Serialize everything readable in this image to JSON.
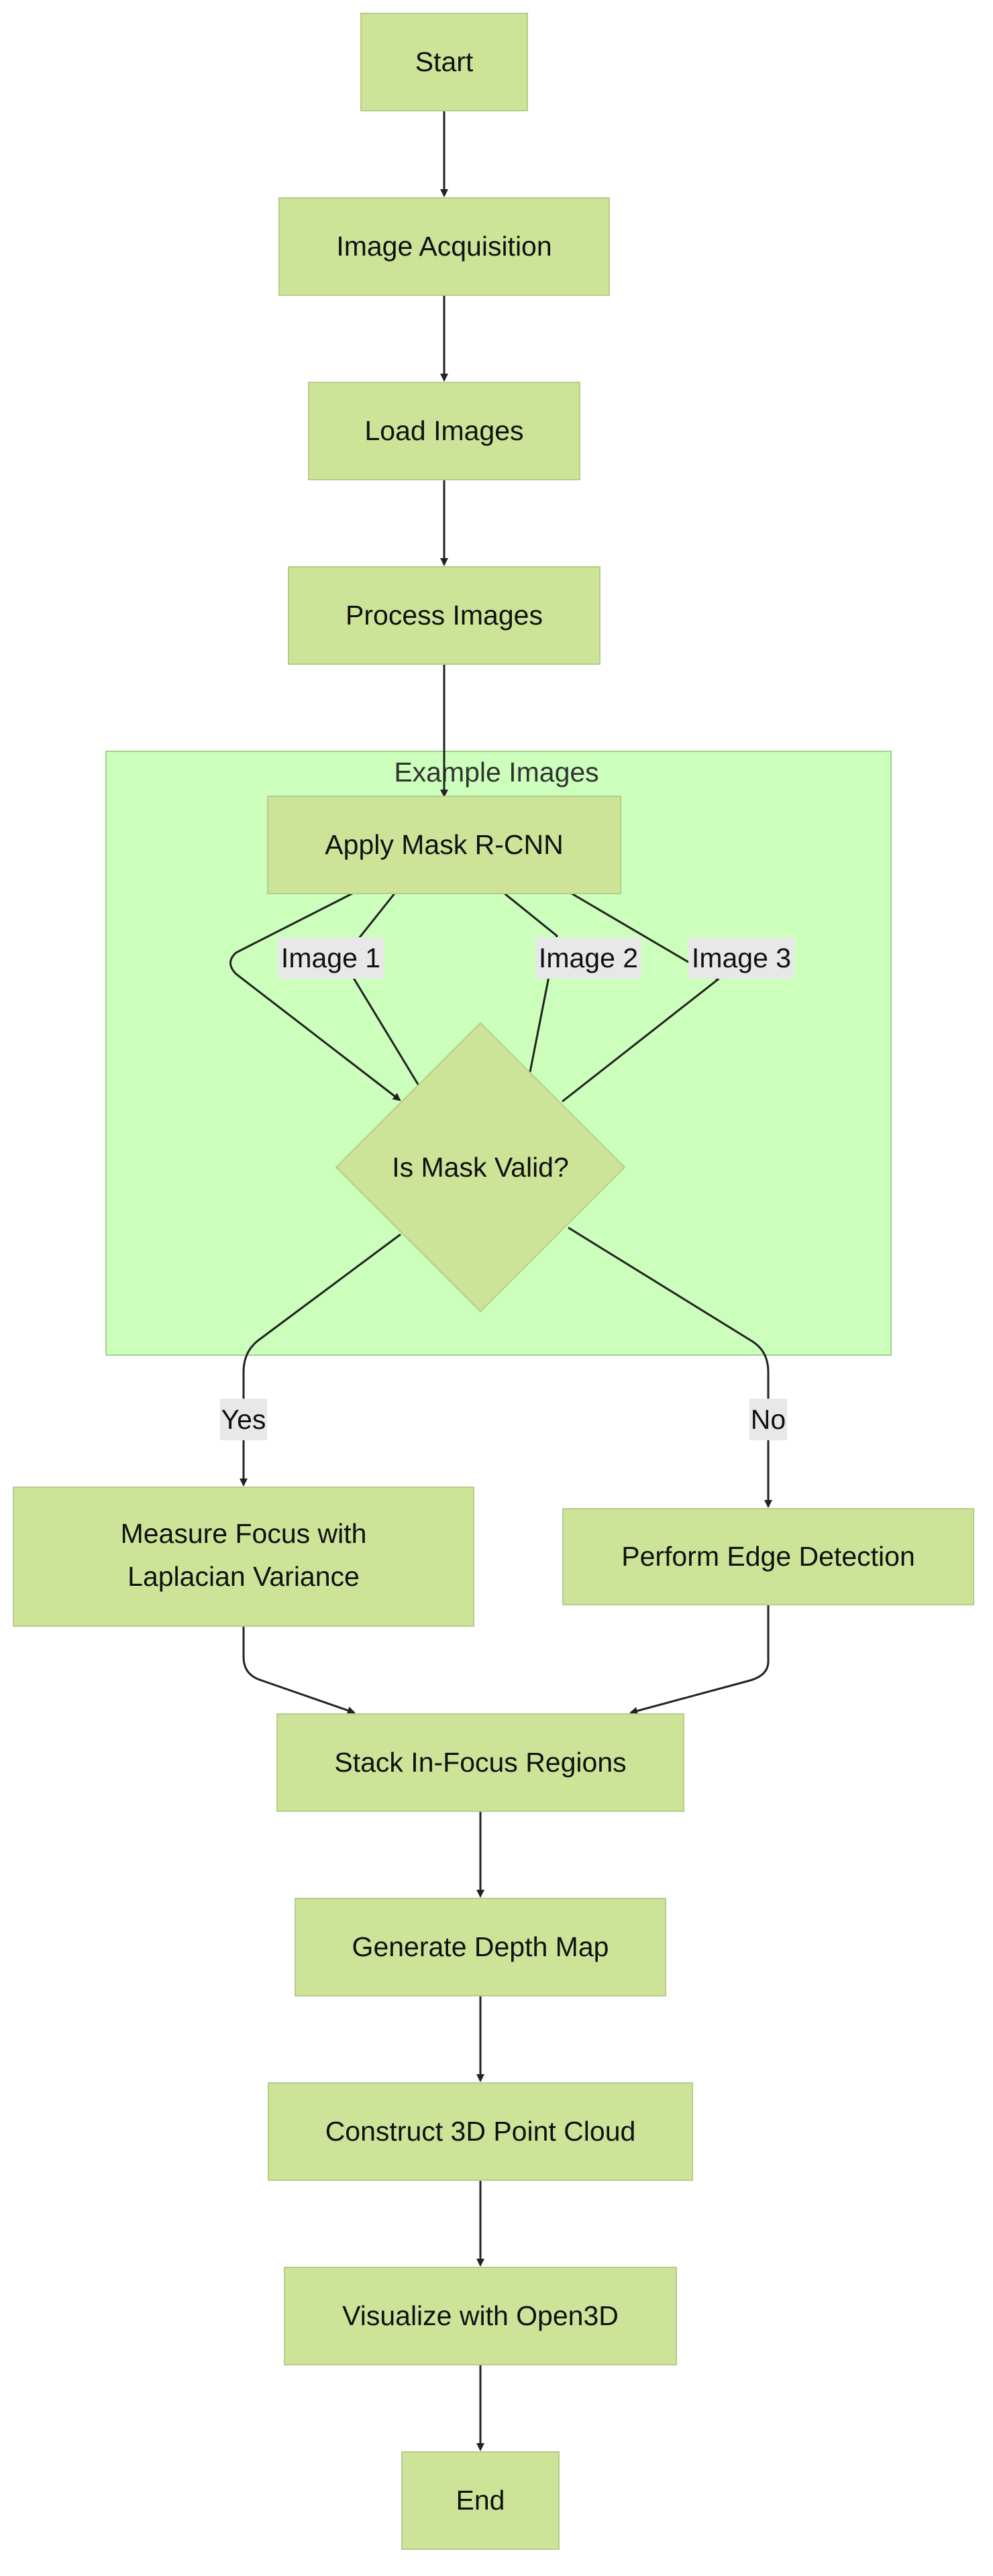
{
  "nodes": {
    "start": "Start",
    "image_acquisition": "Image Acquisition",
    "load_images": "Load Images",
    "process_images": "Process Images",
    "apply_mask": "Apply Mask R-CNN",
    "is_mask_valid": "Is Mask Valid?",
    "measure_focus_line1": "Measure Focus with",
    "measure_focus_line2": "Laplacian Variance",
    "edge_detection": "Perform Edge Detection",
    "stack_regions": "Stack In-Focus Regions",
    "depth_map": "Generate Depth Map",
    "point_cloud": "Construct 3D Point Cloud",
    "visualize": "Visualize with Open3D",
    "end": "End"
  },
  "cluster": {
    "title": "Example Images"
  },
  "edge_labels": {
    "image1": "Image 1",
    "image2": "Image 2",
    "image3": "Image 3",
    "yes": "Yes",
    "no": "No"
  },
  "colors": {
    "node_fill": "#cde498",
    "node_stroke": "#b6cc8a",
    "cluster_fill": "#ccffbb",
    "cluster_stroke": "#9bd48a",
    "edge": "#222222",
    "edge_label_bg": "#e8e8e8"
  }
}
